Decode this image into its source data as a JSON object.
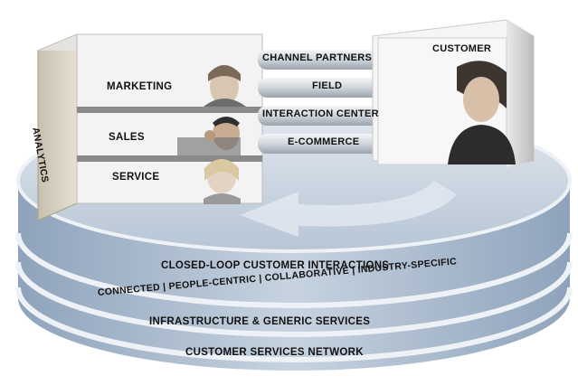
{
  "diagram": {
    "customer_box": {
      "label": "CUSTOMER"
    },
    "functions_box": {
      "side_label": "ANALYTICS",
      "rows": [
        {
          "label": "MARKETING"
        },
        {
          "label": "SALES"
        },
        {
          "label": "SERVICE"
        }
      ]
    },
    "channels": [
      {
        "label": "CHANNEL PARTNERS"
      },
      {
        "label": "FIELD"
      },
      {
        "label": "INTERACTION CENTER"
      },
      {
        "label": "E-COMMERCE"
      }
    ],
    "platform_layers": [
      {
        "label": "CLOSED-LOOP CUSTOMER INTERACTIONS"
      },
      {
        "label": "CONNECTED | PEOPLE-CENTRIC | COLLABORATIVE | INDUSTRY-SPECIFIC"
      },
      {
        "label": "INFRASTRUCTURE & GENERIC SERVICES"
      },
      {
        "label": "CUSTOMER SERVICES NETWORK"
      }
    ],
    "colors": {
      "disc_top": "#c9d4e0",
      "disc_side": "#9fb1c6",
      "disc_ring": "#e9eef4",
      "box_face": "#f2f2f2",
      "box_side": "#d9d2c4",
      "tube": "#d8dde3"
    }
  }
}
